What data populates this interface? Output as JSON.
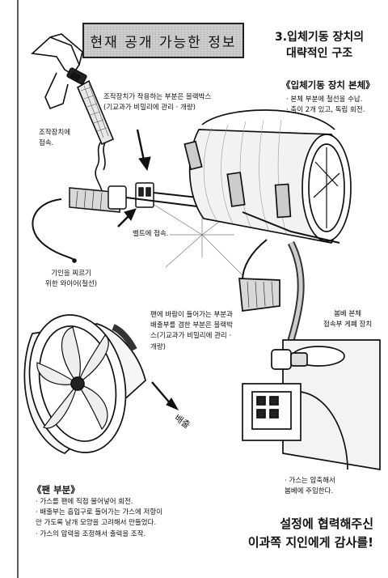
{
  "title_box": "현재 공개 가능한 정보",
  "heading": {
    "line1": "3.입체기동 장치의",
    "line2": "대략적인 구조"
  },
  "main_body": {
    "header": "《입체기동 장치 본체》",
    "bullets": [
      "· 본체 부분에 철선을 수납.",
      "· 축이 2개 있고, 독립 회전."
    ]
  },
  "labels": {
    "controller_1": "조작장치가 작용하는 부분은 블랙박스",
    "controller_2": "(기교과가 비밀리에 관리 · 개량)",
    "attached_1": "조작장치에",
    "attached_2": "접속.",
    "belt": "벨트에 접속.",
    "wire_1": "기인을 찌르기",
    "wire_2": "위한 와이어(철선)",
    "fan_box_1": "팬에 바람이 들어가는 부분과",
    "fan_box_2": "배출부를 겸한 부분은 블랙박",
    "fan_box_3": "스(기교과가 비밀리에 관리 ·",
    "fan_box_4": "개량)",
    "cylinder_1": "봄베 본체",
    "cylinder_2": "접속부 게폐 장치",
    "compress_1": "· 가스는 압축해서",
    "compress_2": "봄베에 주입한다.",
    "exhaust": "배출"
  },
  "fan_part": {
    "header": "《팬 부분》",
    "bullets": [
      "· 가스를 팬에 직접 불어넣어 회전.",
      "· 배출부는 흡입구로 들어가는 가스에 저항이",
      "  안 가도록 날개 모양을 고려해서 만들었다.",
      "· 가스의 압력을 조정해서 출력을 조작."
    ]
  },
  "thanks": {
    "line1": "설정에 협력해주신",
    "line2": "이과쪽 지인에게 감사를!"
  }
}
